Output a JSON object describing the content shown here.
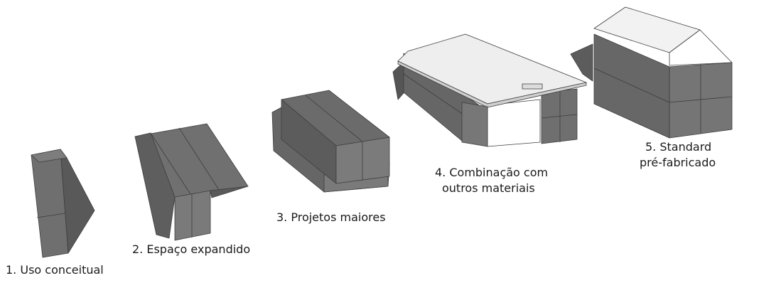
{
  "stages": [
    {
      "id": 1,
      "caption": [
        "1. Uso conceitual"
      ]
    },
    {
      "id": 2,
      "caption": [
        "2. Espaço expandido"
      ]
    },
    {
      "id": 3,
      "caption": [
        "3. Projetos maiores"
      ]
    },
    {
      "id": 4,
      "caption": [
        "4. Combinação com",
        "outros materiais"
      ]
    },
    {
      "id": 5,
      "caption": [
        "5. Standard",
        "pré-fabricado"
      ]
    }
  ],
  "colors": {
    "module_dark": "#5a5a5a",
    "module_mid": "#6e6e6e",
    "module_light": "#7f7f7f",
    "edge": "#3d3d3d",
    "roof": "#eeeeee",
    "wall_white": "#ffffff"
  }
}
